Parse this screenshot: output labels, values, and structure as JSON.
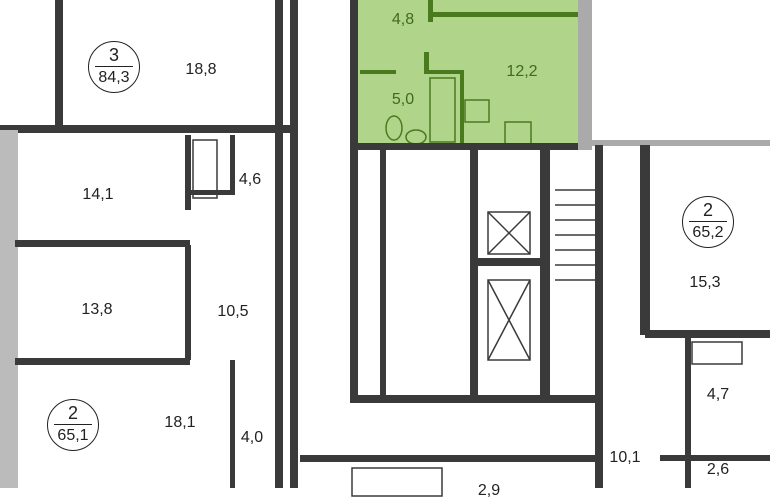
{
  "highlighted_apartment": {
    "color": "#b0d48a",
    "rooms": [
      {
        "id": "hall",
        "area": "4,8"
      },
      {
        "id": "kitchen-living",
        "area": "12,2"
      },
      {
        "id": "bathroom",
        "area": "5,0"
      }
    ]
  },
  "apartments": [
    {
      "id": "apt-top-left",
      "rooms_count": "3",
      "total_area": "84,3"
    },
    {
      "id": "apt-bottom-left",
      "rooms_count": "2",
      "total_area": "65,1"
    },
    {
      "id": "apt-right",
      "rooms_count": "2",
      "total_area": "65,2"
    }
  ],
  "rooms": [
    {
      "id": "r1",
      "area": "18,8"
    },
    {
      "id": "r2",
      "area": "14,1"
    },
    {
      "id": "r3",
      "area": "4,6"
    },
    {
      "id": "r4",
      "area": "13,8"
    },
    {
      "id": "r5",
      "area": "10,5"
    },
    {
      "id": "r6",
      "area": "18,1"
    },
    {
      "id": "r7",
      "area": "4,0"
    },
    {
      "id": "r8",
      "area": "2,9"
    },
    {
      "id": "r9",
      "area": "10,1"
    },
    {
      "id": "r10",
      "area": "15,3"
    },
    {
      "id": "r11",
      "area": "4,7"
    },
    {
      "id": "r12",
      "area": "2,6"
    }
  ]
}
